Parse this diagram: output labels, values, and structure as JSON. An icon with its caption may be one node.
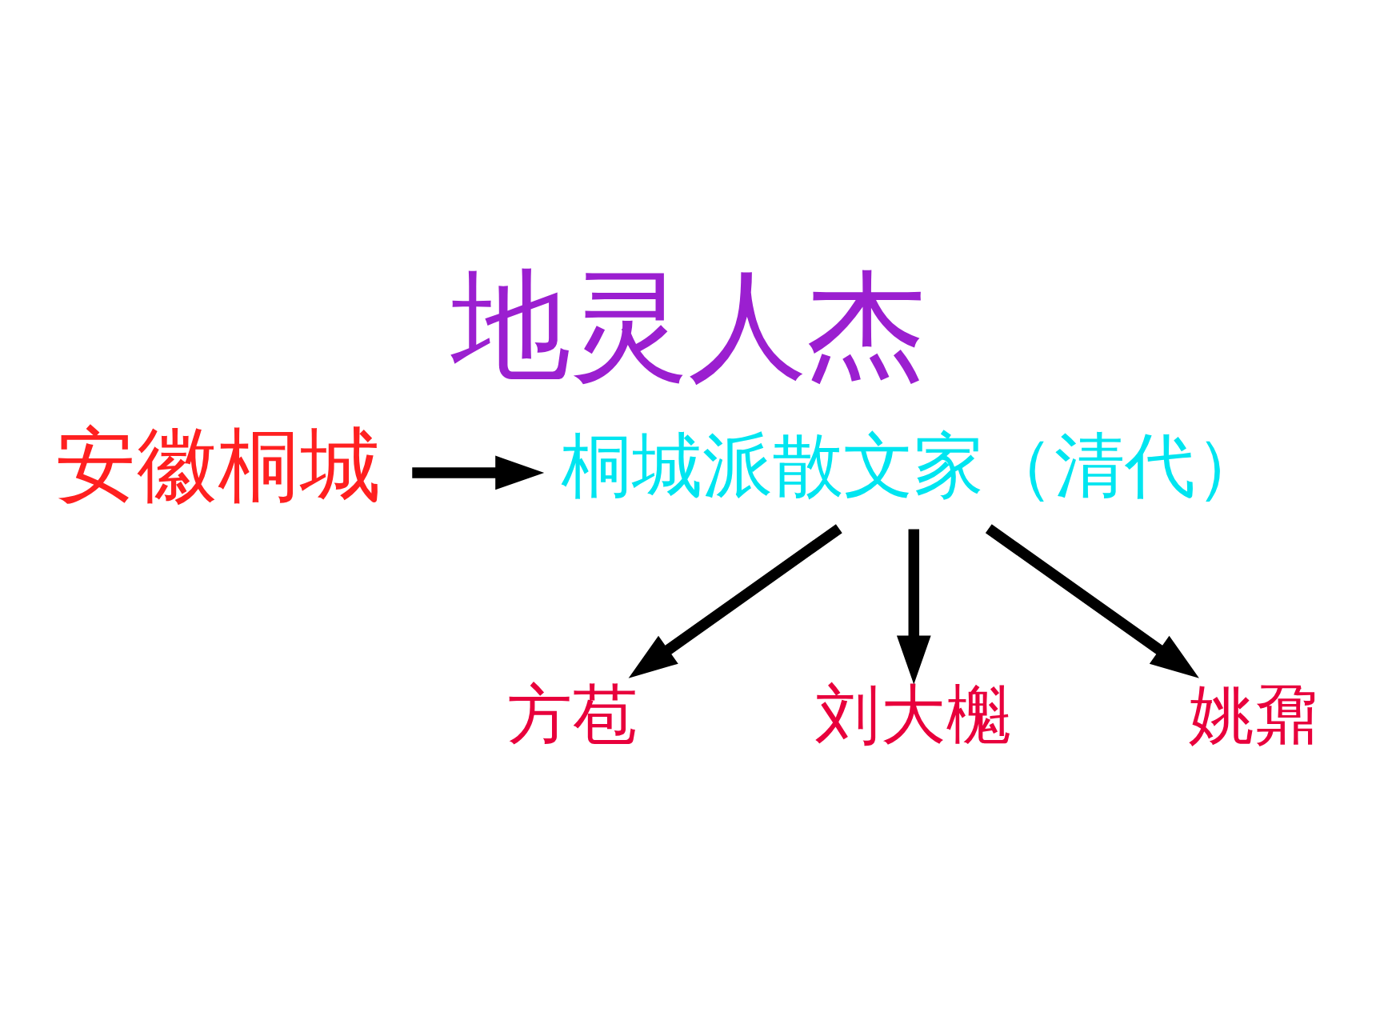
{
  "diagram": {
    "title": "地灵人杰",
    "nodes": [
      {
        "text": [
          "安徽桐城"
        ]
      },
      {
        "text": [
          "桐城派散文家（清代）"
        ]
      },
      {
        "text": [
          "方苞"
        ]
      },
      {
        "text": [
          "刘大櫆"
        ]
      },
      {
        "text": [
          "姚鼐"
        ]
      }
    ],
    "edges": [
      {
        "from": 0,
        "to": 1,
        "arrow": "to"
      },
      {
        "from": 1,
        "to": 2,
        "arrow": "to"
      },
      {
        "from": 1,
        "to": 3,
        "arrow": "to"
      },
      {
        "from": 1,
        "to": 4,
        "arrow": "to"
      }
    ]
  }
}
